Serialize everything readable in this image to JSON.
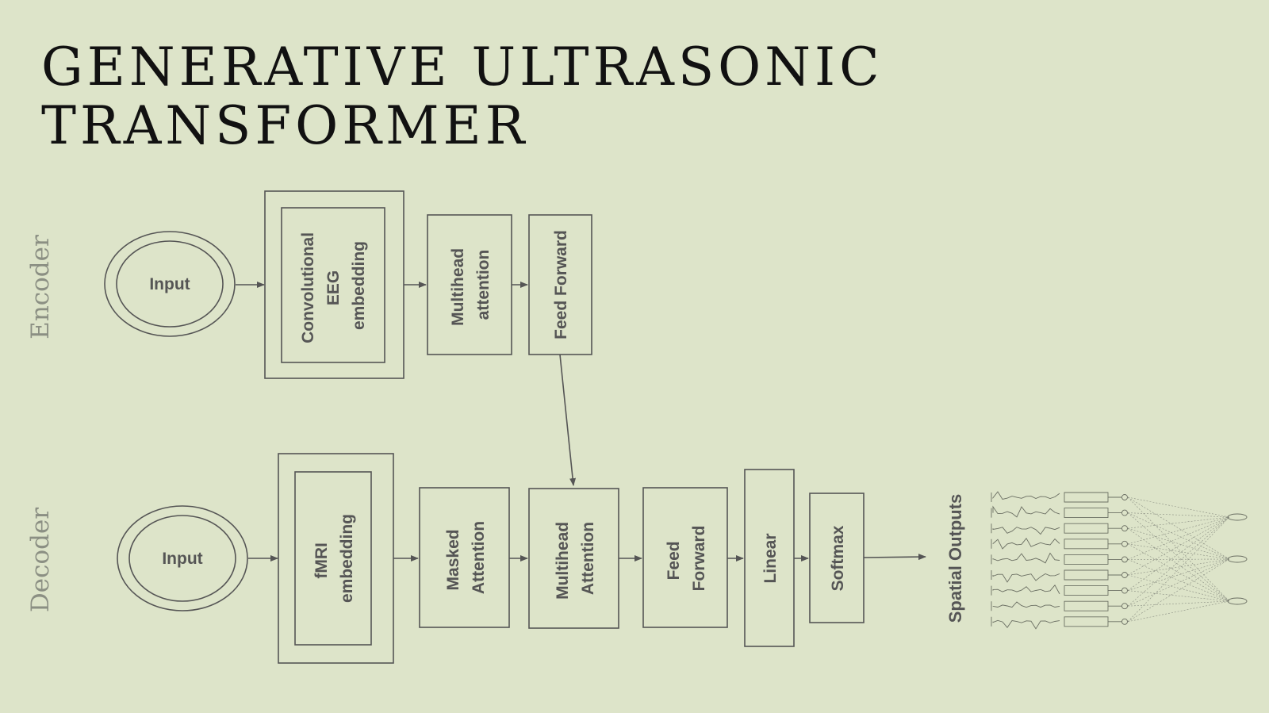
{
  "title": {
    "line1": "GENERATIVE ULTRASONIC",
    "line2": "TRANSFORMER"
  },
  "encoder": {
    "side_label": "Encoder",
    "input": "Input",
    "conv_embedding": [
      "Convolutional",
      "EEG",
      "embedding"
    ],
    "multihead": [
      "Multihead",
      "attention"
    ],
    "feed_forward": [
      "Feed Forward"
    ]
  },
  "decoder": {
    "side_label": "Decoder",
    "input": "Input",
    "fmri_embedding": [
      "fMRI",
      "embedding"
    ],
    "masked_attention": [
      "Masked",
      "Attention"
    ],
    "multihead": [
      "Multihead",
      "Attention"
    ],
    "feed_forward": [
      "Feed",
      "Forward"
    ],
    "linear": [
      "Linear"
    ],
    "softmax": [
      "Softmax"
    ]
  },
  "output_label": "Spatial Outputs",
  "colors": {
    "background": "#dde4c9",
    "stroke": "#555555",
    "side_label": "#8b8f83"
  }
}
